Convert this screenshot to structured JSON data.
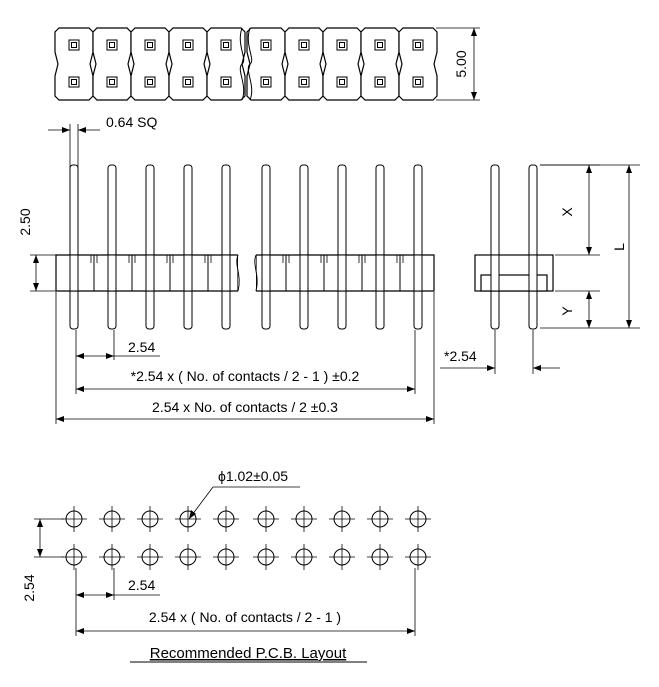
{
  "dimensions": {
    "height_top": "5.00",
    "pin_square": "0.64 SQ",
    "body_height": "2.50",
    "pitch_side": "*2.54",
    "x_label": "X",
    "y_label": "Y",
    "l_label": "L",
    "pitch": "2.54",
    "span_pitch": "*2.54 x ( No. of contacts / 2 - 1 ) ±0.2",
    "total_length": "2.54 x No. of contacts / 2 ±0.3"
  },
  "pcb": {
    "hole_dia": "ϕ1.02±0.05",
    "row_pitch": "2.54",
    "pitch": "2.54",
    "span": "2.54 x ( No. of contacts / 2 - 1 )",
    "title": "Recommended P.C.B. Layout"
  }
}
